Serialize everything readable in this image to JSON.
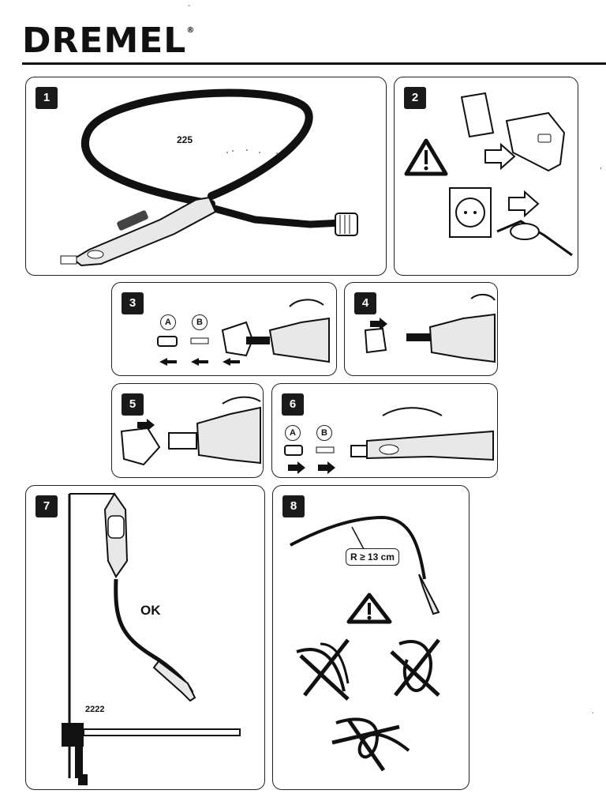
{
  "brand": {
    "name": "DREMEL",
    "mark": "®"
  },
  "steps": [
    {
      "number": "1",
      "model": "225"
    },
    {
      "number": "2"
    },
    {
      "number": "3",
      "label_a": "A",
      "label_b": "B"
    },
    {
      "number": "4"
    },
    {
      "number": "5"
    },
    {
      "number": "6",
      "label_a": "A",
      "label_b": "B"
    },
    {
      "number": "7",
      "status": "OK",
      "model": "2222"
    },
    {
      "number": "8",
      "radius": "R ≥ 13 cm"
    }
  ],
  "icons": [
    "warning-triangle-icon",
    "arrow-left-icon",
    "arrow-right-icon",
    "crossed-out-icon"
  ]
}
